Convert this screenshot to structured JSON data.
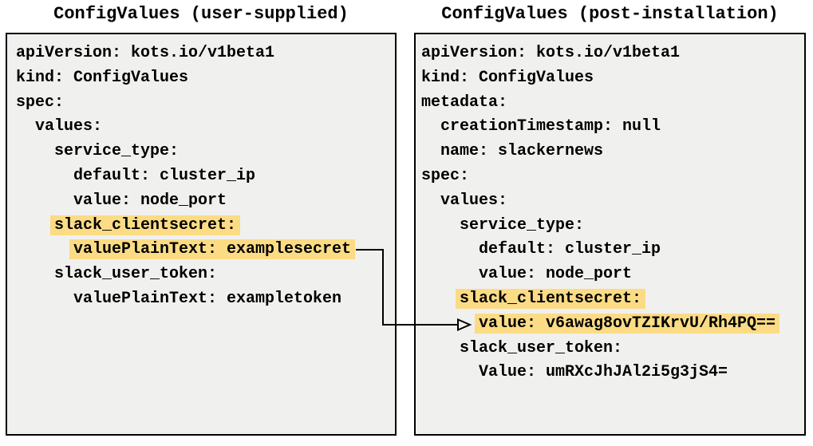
{
  "colors": {
    "highlight": "#FBDB84",
    "panel_bg": "#F0F0EF",
    "panel_border": "#000000",
    "text": "#000000",
    "arrow": "#000000"
  },
  "left_panel": {
    "title": "ConfigValues (user-supplied)",
    "lines": [
      {
        "text": "apiVersion: kots.io/v1beta1",
        "indent": 0,
        "highlight": false
      },
      {
        "text": "kind: ConfigValues",
        "indent": 0,
        "highlight": false
      },
      {
        "text": "spec:",
        "indent": 0,
        "highlight": false
      },
      {
        "text": "values:",
        "indent": 1,
        "highlight": false
      },
      {
        "text": "service_type:",
        "indent": 2,
        "highlight": false
      },
      {
        "text": "default: cluster_ip",
        "indent": 3,
        "highlight": false
      },
      {
        "text": "value: node_port",
        "indent": 3,
        "highlight": false
      },
      {
        "text": "slack_clientsecret:",
        "indent": 2,
        "highlight": true
      },
      {
        "text": "valuePlainText: examplesecret",
        "indent": 3,
        "highlight": true
      },
      {
        "text": "slack_user_token:",
        "indent": 2,
        "highlight": false
      },
      {
        "text": "valuePlainText: exampletoken",
        "indent": 3,
        "highlight": false
      }
    ]
  },
  "right_panel": {
    "title": "ConfigValues (post-installation)",
    "lines": [
      {
        "text": "apiVersion: kots.io/v1beta1",
        "indent": 0,
        "highlight": false
      },
      {
        "text": "kind: ConfigValues",
        "indent": 0,
        "highlight": false
      },
      {
        "text": "metadata:",
        "indent": 0,
        "highlight": false
      },
      {
        "text": "creationTimestamp: null",
        "indent": 1,
        "highlight": false
      },
      {
        "text": "name: slackernews",
        "indent": 1,
        "highlight": false
      },
      {
        "text": "spec:",
        "indent": 0,
        "highlight": false
      },
      {
        "text": "values:",
        "indent": 1,
        "highlight": false
      },
      {
        "text": "service_type:",
        "indent": 2,
        "highlight": false
      },
      {
        "text": "default: cluster_ip",
        "indent": 3,
        "highlight": false
      },
      {
        "text": "value: node_port",
        "indent": 3,
        "highlight": false
      },
      {
        "text": "slack_clientsecret:",
        "indent": 2,
        "highlight": true
      },
      {
        "text": "value: v6awag8ovTZIKrvU/Rh4PQ==",
        "indent": 3,
        "highlight": true
      },
      {
        "text": "slack_user_token:",
        "indent": 2,
        "highlight": false
      },
      {
        "text": "Value: umRXcJhJAl2i5g3jS4=",
        "indent": 3,
        "highlight": false
      }
    ]
  },
  "arrow": {
    "from": "valuePlainText: examplesecret",
    "to": "value: v6awag8ovTZIKrvU/Rh4PQ=="
  }
}
